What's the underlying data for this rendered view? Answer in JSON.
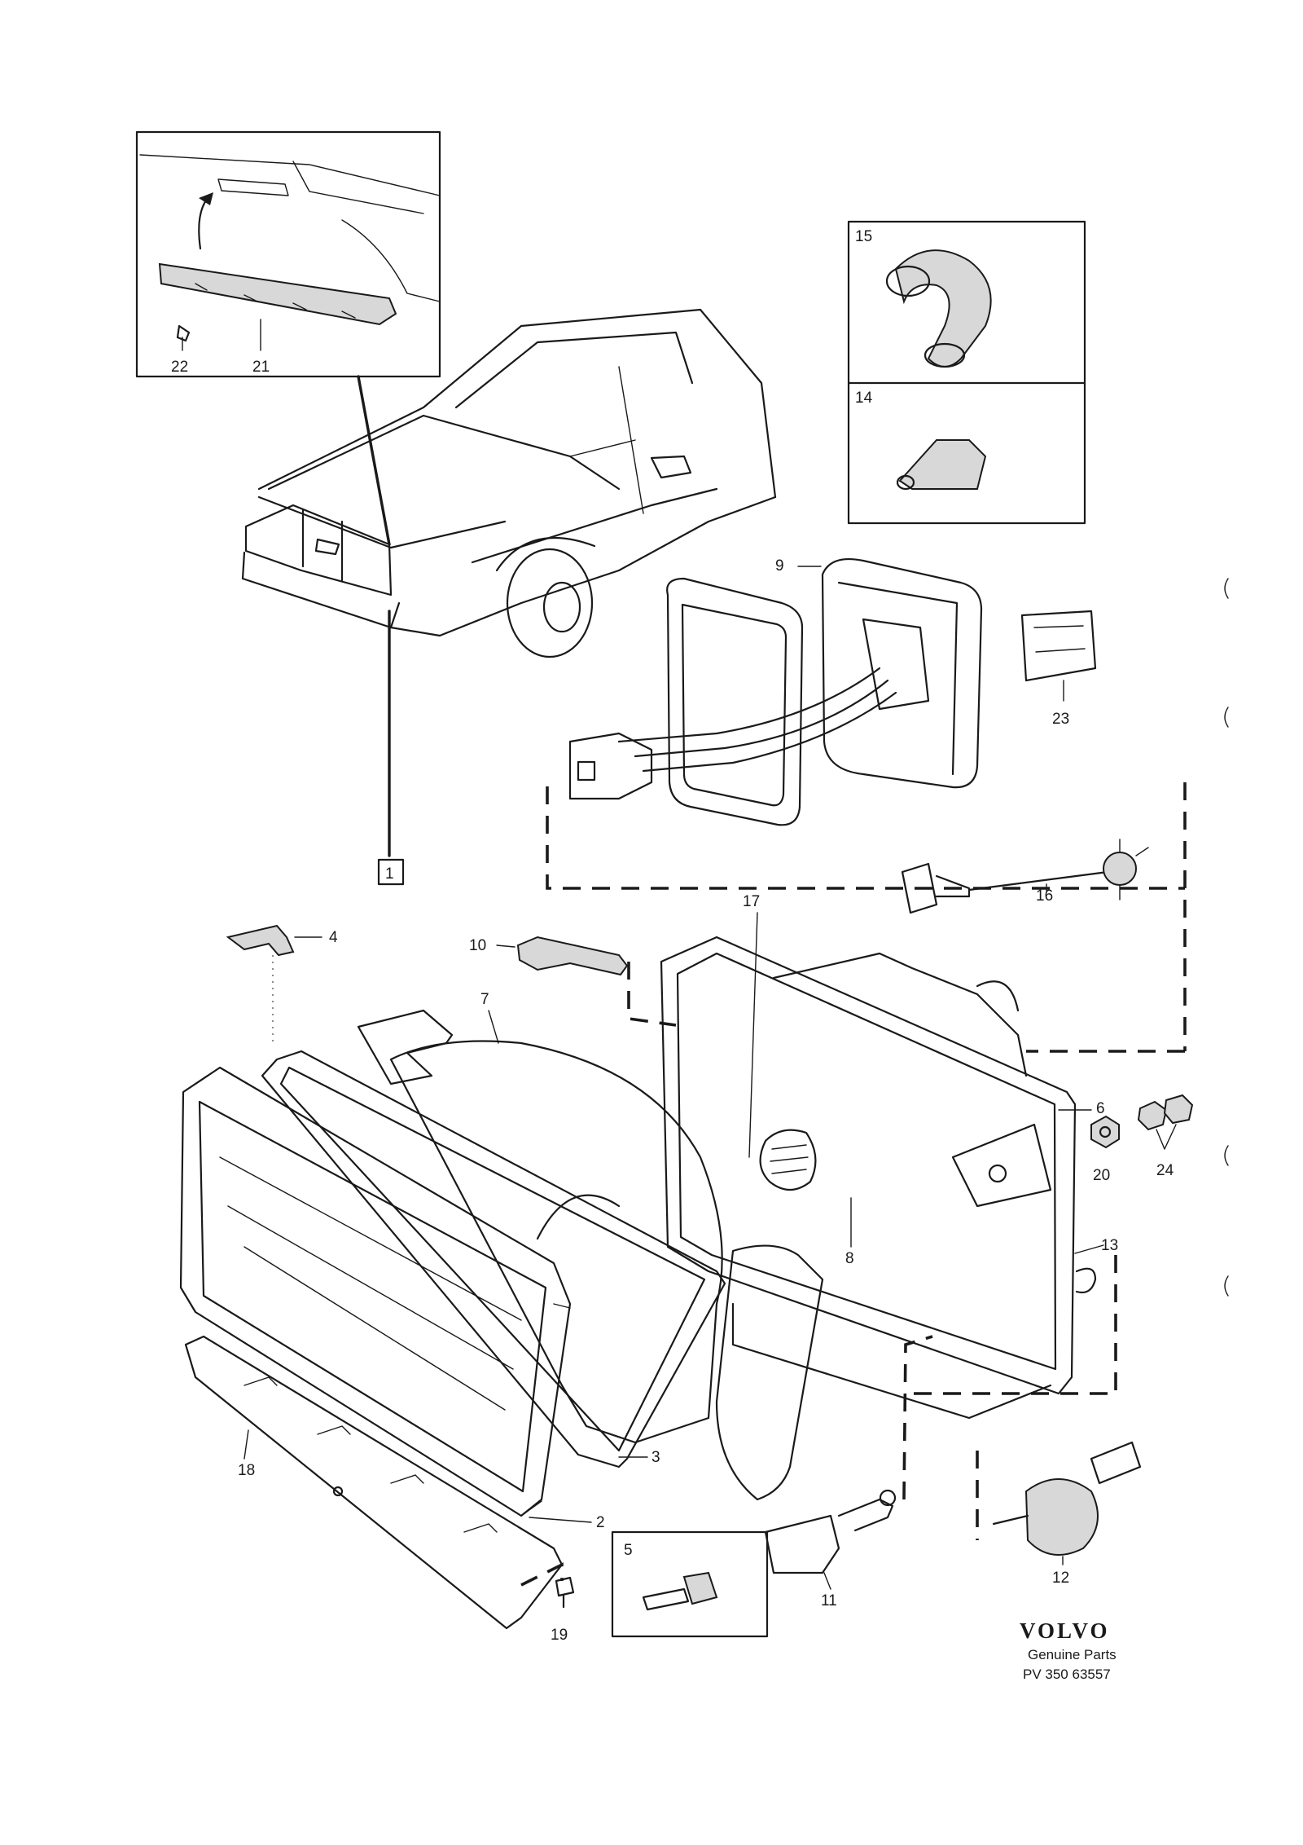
{
  "diagram": {
    "callouts": {
      "c1": "1",
      "c2": "2",
      "c3": "3",
      "c4": "4",
      "c5": "5",
      "c6": "6",
      "c7": "7",
      "c8": "8",
      "c9": "9",
      "c10": "10",
      "c11": "11",
      "c12": "12",
      "c13": "13",
      "c14": "14",
      "c15": "15",
      "c16": "16",
      "c17": "17",
      "c18": "18",
      "c19": "19",
      "c20": "20",
      "c21": "21",
      "c22": "22",
      "c23": "23",
      "c24": "24"
    },
    "brand": {
      "logo": "VOLVO",
      "tagline": "Genuine Parts",
      "part_number": "PV 350 63557"
    }
  }
}
